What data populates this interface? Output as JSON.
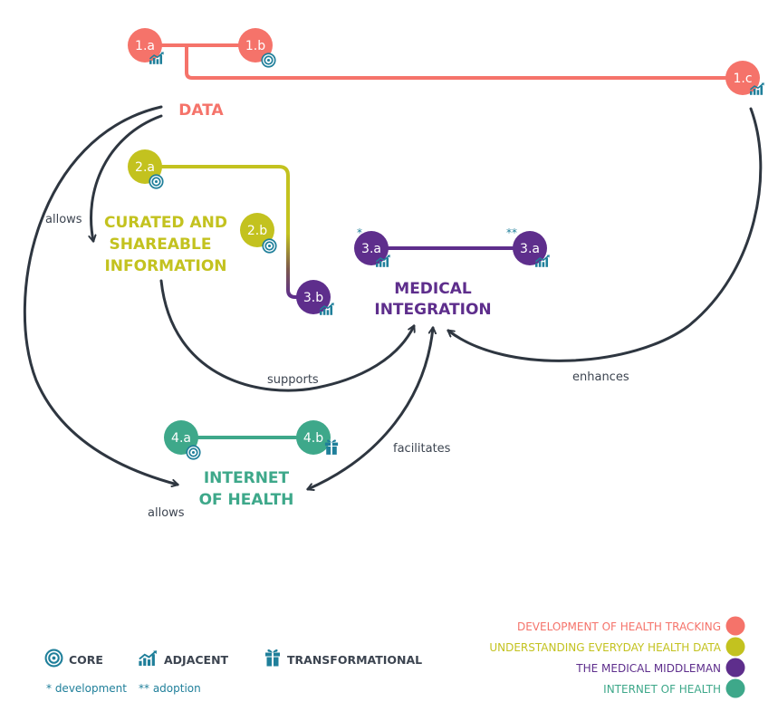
{
  "colors": {
    "tracking": "#f5736a",
    "understanding": "#c3c21f",
    "middleman": "#5e2e8c",
    "internet": "#3ea88a",
    "arrow": "#2e3640",
    "icon": "#1f7f9a",
    "text": "#3c4450"
  },
  "nodes": {
    "n1a": "1.a",
    "n1b": "1.b",
    "n1c": "1.c",
    "n2a": "2.a",
    "n2b": "2.b",
    "n3a1": "3.a",
    "n3a2": "3.a",
    "n3b": "3.b",
    "n4a": "4.a",
    "n4b": "4.b",
    "star_single": "*",
    "star_double": "**"
  },
  "titles": {
    "data": "DATA",
    "curated_1": "CURATED AND",
    "curated_2": "SHAREABLE",
    "curated_3": "INFORMATION",
    "medical_1": "MEDICAL",
    "medical_2": "INTEGRATION",
    "internet_1": "INTERNET",
    "internet_2": "OF HEALTH"
  },
  "relations": {
    "allows_upper": "allows",
    "allows_lower": "allows",
    "supports": "supports",
    "enhances": "enhances",
    "facilitates": "facilitates"
  },
  "legend": {
    "core": "CORE",
    "adjacent": "ADJACENT",
    "transformational": "TRANSFORMATIONAL",
    "note_development": "* development",
    "note_adoption": "** adoption",
    "categories": [
      "DEVELOPMENT OF HEALTH TRACKING",
      "UNDERSTANDING EVERYDAY HEALTH DATA",
      "THE MEDICAL MIDDLEMAN",
      "INTERNET OF HEALTH"
    ]
  }
}
